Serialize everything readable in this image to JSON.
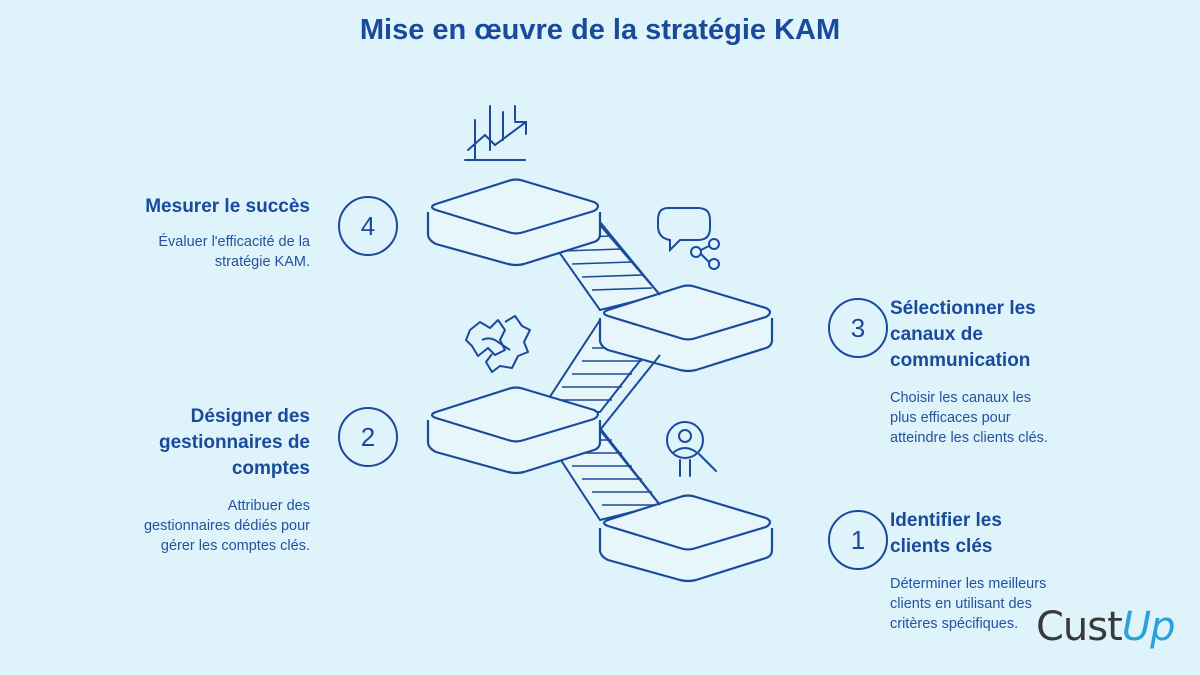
{
  "title": "Mise en œuvre de la stratégie KAM",
  "steps": [
    {
      "number": "1",
      "title": "Identifier les clients clés",
      "title_lines": [
        "Identifier les",
        "clients clés"
      ],
      "desc_lines": [
        "Déterminer les meilleurs",
        "clients en utilisant des",
        "critères spécifiques."
      ],
      "icon": "person-magnifier-icon"
    },
    {
      "number": "2",
      "title_lines": [
        "Désigner des",
        "gestionnaires de",
        "comptes"
      ],
      "desc_lines": [
        "Attribuer des",
        "gestionnaires dédiés pour",
        "gérer les comptes clés."
      ],
      "icon": "handshake-icon"
    },
    {
      "number": "3",
      "title_lines": [
        "Sélectionner les",
        "canaux de",
        "communication"
      ],
      "desc_lines": [
        "Choisir les canaux les",
        "plus efficaces pour",
        "atteindre les clients clés."
      ],
      "icon": "chat-share-icon"
    },
    {
      "number": "4",
      "title_lines": [
        "Mesurer le succès"
      ],
      "desc_lines": [
        "Évaluer l'efficacité de la",
        "stratégie KAM."
      ],
      "icon": "growth-chart-icon"
    }
  ],
  "logo": {
    "part1": "Cust",
    "part2": "Up"
  },
  "colors": {
    "background": "#dff3fa",
    "primary": "#1a4a9c",
    "platform": "#e6f6fb"
  }
}
